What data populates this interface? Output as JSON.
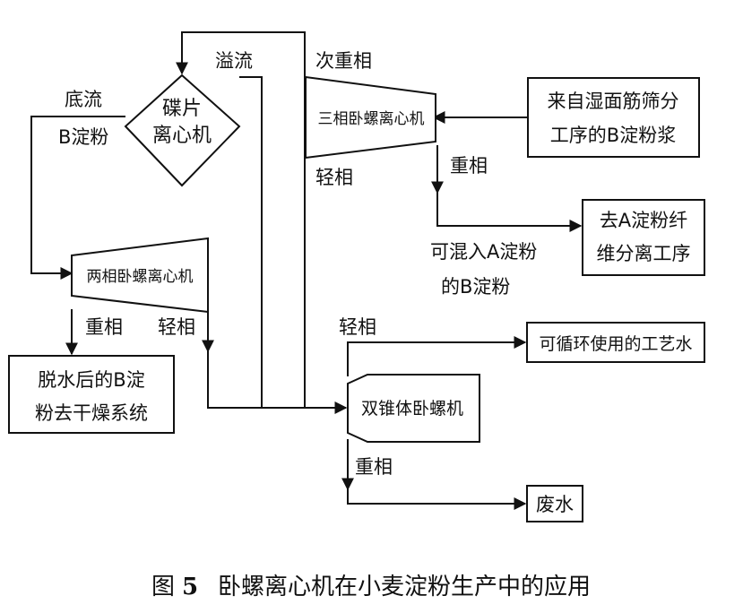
{
  "nodes": {
    "disc_centrifuge": [
      "碟片",
      "离心机"
    ],
    "three_phase_decanter": "三相卧螺离心机",
    "two_phase_decanter": "两相卧螺离心机",
    "double_cone_decanter": "双锥体卧螺机",
    "source": [
      "来自湿面筋筛分",
      "工序的B淀粉浆"
    ],
    "to_a_starch": [
      "去A淀粉纤",
      "维分离工序"
    ],
    "dried_b": [
      "脱水后的B淀",
      "粉去干燥系统"
    ],
    "process_water": "可循环使用的工艺水",
    "waste_water": "废水"
  },
  "edge_labels": {
    "overflow": "溢流",
    "secondary_heavy": "次重相",
    "light_phase": "轻相",
    "heavy_phase": "重相",
    "underflow": "底流",
    "b_starch": "B淀粉",
    "mixable": [
      "可混入A淀粉",
      "的B淀粉"
    ]
  },
  "caption": {
    "fig_prefix": "图",
    "fig_num": "5",
    "text": "卧螺离心机在小麦淀粉生产中的应用"
  }
}
